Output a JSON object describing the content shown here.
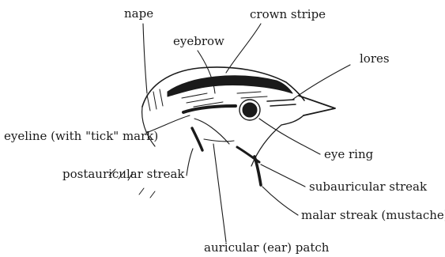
{
  "labels": {
    "nape": "nape",
    "crown_stripe": "crown stripe",
    "eyebrow": "eyebrow",
    "lores": "lores",
    "eyeline": "eyeline (with \"tick\" mark)",
    "eye_ring": "eye ring",
    "postauricular_streak": "postauricular streak",
    "subauricular_streak": "subauricular streak",
    "malar_streak": "malar streak (mustache)",
    "auricular_patch": "auricular (ear) patch"
  },
  "colors": {
    "ink": "#1a1a1a",
    "background": "#ffffff"
  }
}
